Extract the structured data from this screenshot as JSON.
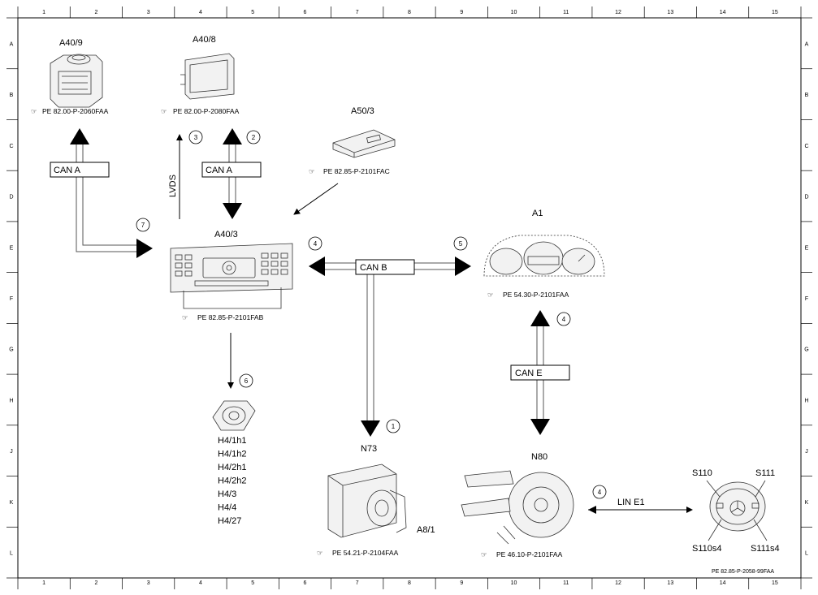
{
  "grid": {
    "columns": [
      "1",
      "2",
      "3",
      "4",
      "5",
      "6",
      "7",
      "8",
      "9",
      "10",
      "11",
      "12",
      "13",
      "14",
      "15"
    ],
    "rows": [
      "A",
      "B",
      "C",
      "D",
      "E",
      "F",
      "G",
      "H",
      "J",
      "K",
      "L"
    ]
  },
  "components": {
    "a40_9": {
      "code": "A40/9",
      "ref": "PE 82.00-P-2060FAA"
    },
    "a40_8": {
      "code": "A40/8",
      "ref": "PE 82.00-P-2080FAA"
    },
    "a50_3": {
      "code": "A50/3",
      "ref": "PE 82.85-P-2101FAC"
    },
    "a40_3": {
      "code": "A40/3",
      "ref": "PE 82.85-P-2101FAB"
    },
    "a1": {
      "code": "A1",
      "ref": "PE 54.30-P-2101FAA"
    },
    "n73": {
      "code": "N73",
      "ref": "PE 54.21-P-2104FAA",
      "sub": "A8/1"
    },
    "n80": {
      "code": "N80",
      "ref": "PE 46.10-P-2101FAA"
    },
    "speakers": {
      "labels": [
        "H4/1h1",
        "H4/1h2",
        "H4/2h1",
        "H4/2h2",
        "H4/3",
        "H4/4",
        "H4/27"
      ]
    },
    "steering_wheel": {
      "s110": "S110",
      "s111": "S111",
      "s110s4": "S110s4",
      "s111s4": "S111s4"
    }
  },
  "buses": {
    "can_a_left": "CAN A",
    "can_a_right": "CAN A",
    "can_b": "CAN B",
    "can_e": "CAN E",
    "lin_e1": "LIN E1",
    "lvds": "LVDS"
  },
  "callouts": {
    "c1": "1",
    "c2": "2",
    "c3": "3",
    "c4a": "4",
    "c4b": "4",
    "c4c": "4",
    "c5": "5",
    "c6": "6",
    "c7": "7"
  },
  "footer_ref": "PE 82.85-P-2058-99FAA"
}
